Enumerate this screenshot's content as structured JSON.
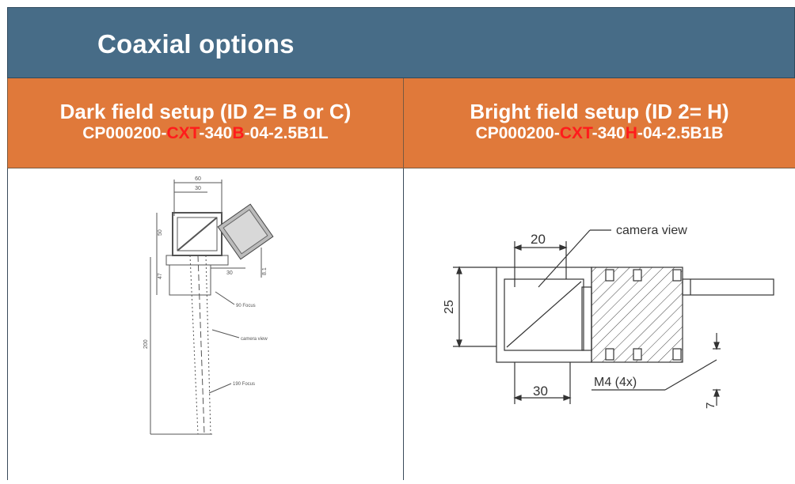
{
  "title": "Coaxial options",
  "columns": [
    {
      "heading": "Dark field setup (ID 2= B or C)",
      "code_parts": [
        "CP000200-",
        "CXT",
        "-340",
        "B",
        "-04-2.5B1L"
      ],
      "drawing_labels": {
        "dim_top1": "60",
        "dim_top2": "30",
        "dim_side1": "50",
        "dim_side2": "47",
        "dim_mid": "30",
        "dim_right": "8.1",
        "dim_long": "200",
        "focus1": "90 Focus",
        "camera_view": "camera view",
        "focus2": "190 Focus"
      }
    },
    {
      "heading": "Bright field setup (ID 2= H)",
      "code_parts": [
        "CP000200-",
        "CXT",
        "-340",
        "H",
        "-04-2.5B1B"
      ],
      "drawing_labels": {
        "dim_top": "20",
        "camera_view": "camera view",
        "dim_left": "25",
        "dim_bottom": "30",
        "thread": "M4 (4x)",
        "dim_right": "7"
      }
    }
  ]
}
